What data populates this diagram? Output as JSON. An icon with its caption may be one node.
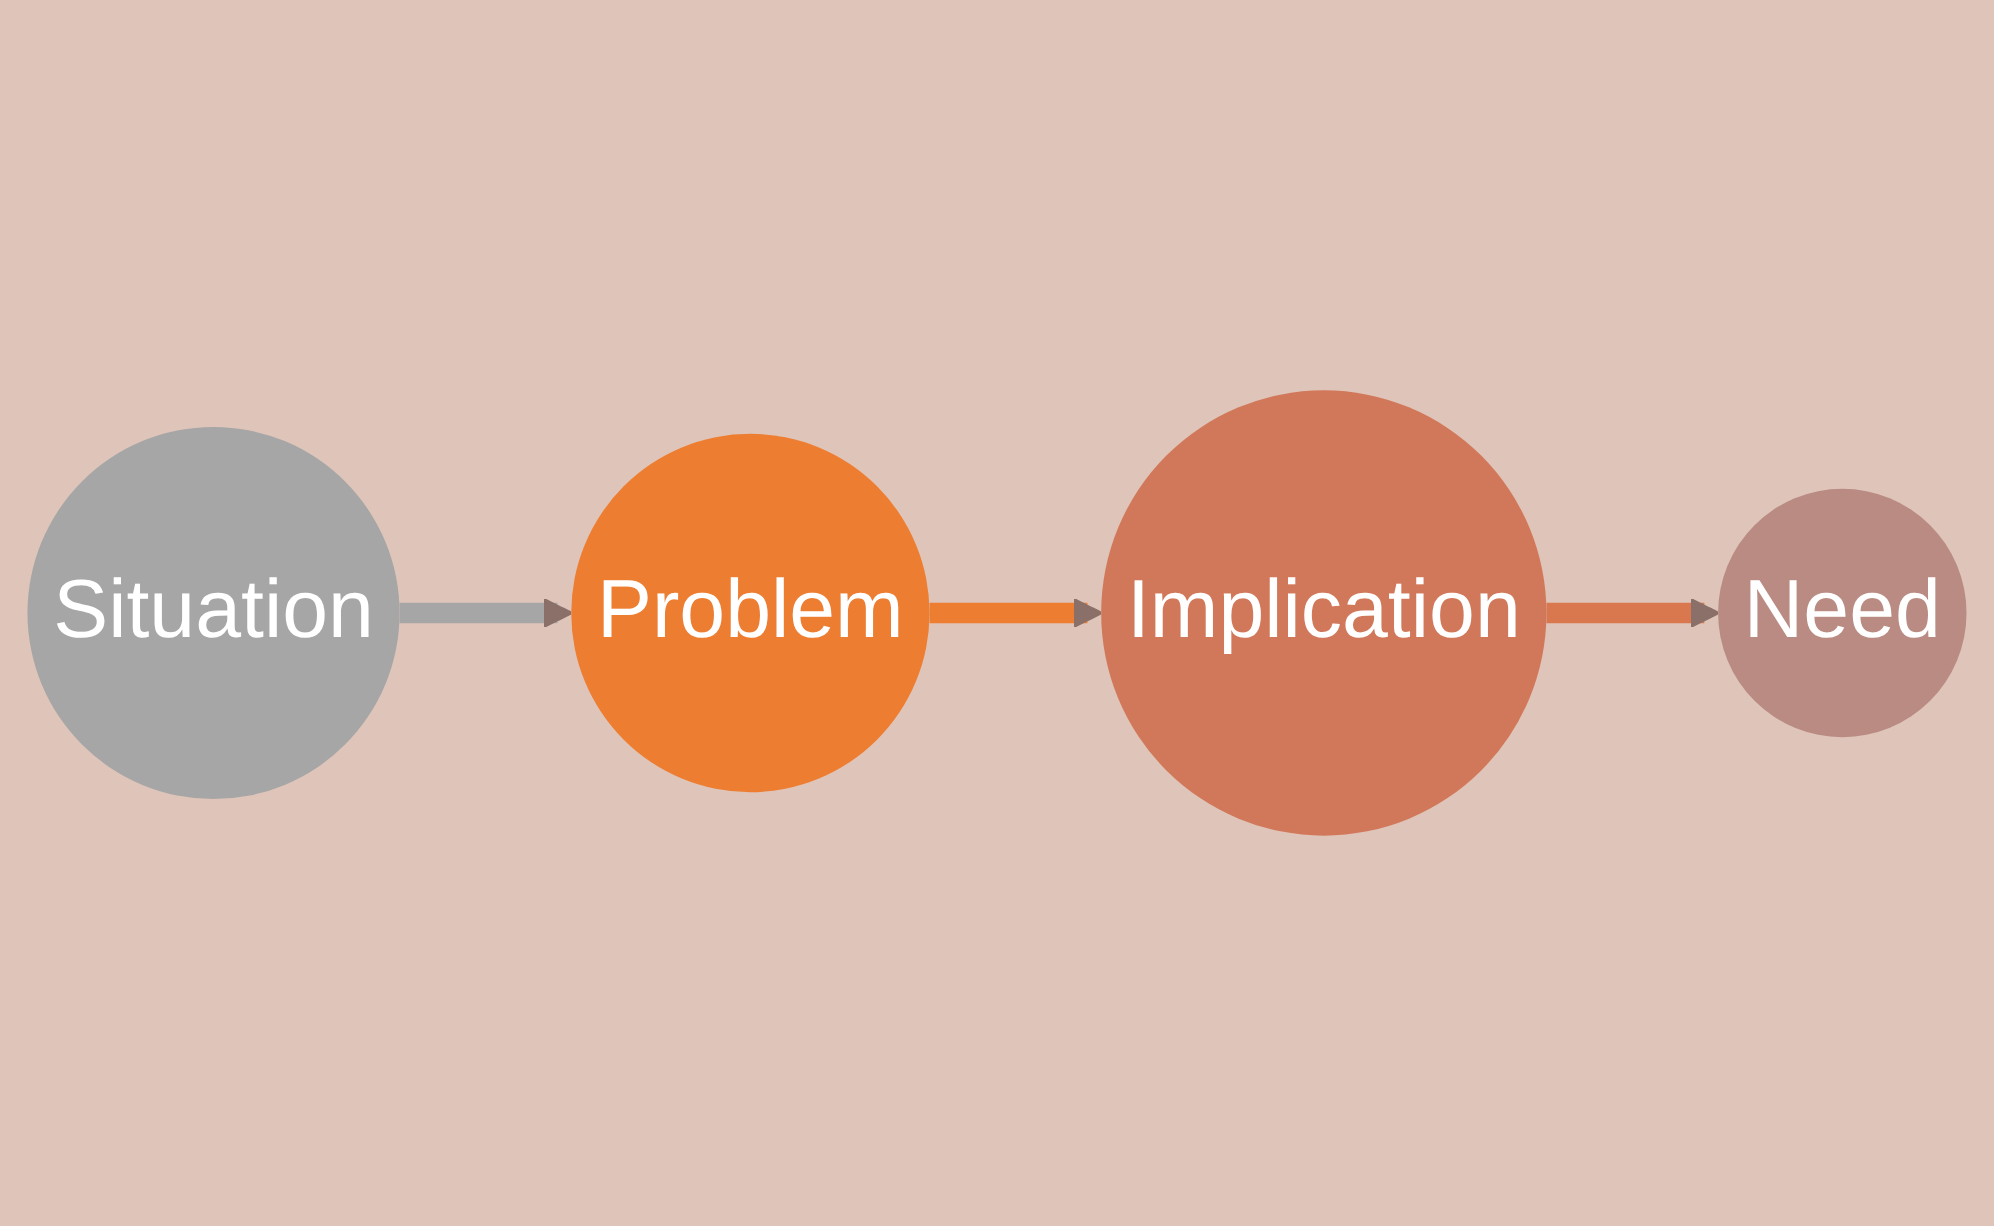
{
  "diagram": {
    "nodes": [
      {
        "text": [
          "Problem"
        ]
      },
      {
        "text": [
          "Situation"
        ]
      },
      {
        "text": [
          "Implication"
        ]
      },
      {
        "text": [
          "Need"
        ]
      }
    ],
    "edges": [
      {
        "from": 1,
        "to": 0,
        "arrow": "to",
        "color": "#a6a6a6"
      },
      {
        "from": 0,
        "to": 2,
        "arrow": "to",
        "color": "#ed7d31"
      },
      {
        "from": 2,
        "to": 3,
        "arrow": "to",
        "color": "#d9774f"
      }
    ]
  }
}
